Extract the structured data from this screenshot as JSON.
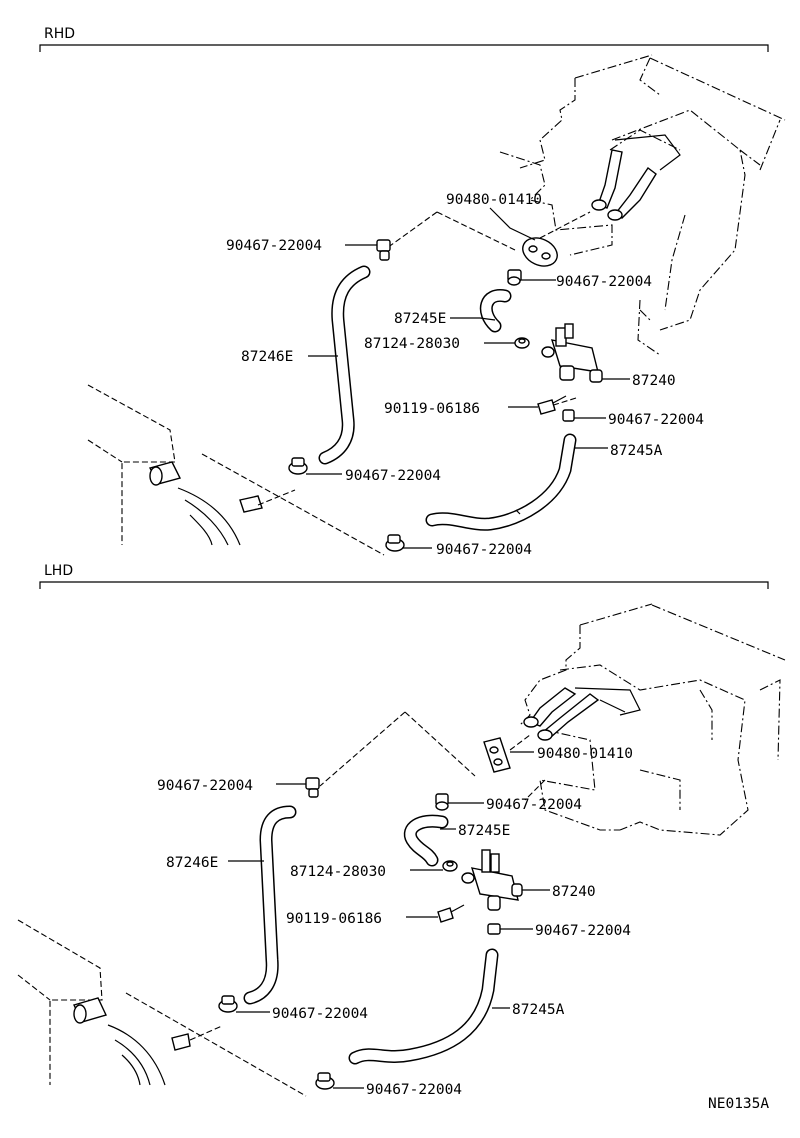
{
  "figure_code": "NE0135A",
  "sections": [
    {
      "title": "RHD",
      "labels": [
        {
          "id": "r1",
          "text": "90480-01410"
        },
        {
          "id": "r2",
          "text": "90467-22004"
        },
        {
          "id": "r3",
          "text": "90467-22004"
        },
        {
          "id": "r4",
          "text": "87245E"
        },
        {
          "id": "r5",
          "text": "87124-28030"
        },
        {
          "id": "r6",
          "text": "87246E"
        },
        {
          "id": "r7",
          "text": "87240"
        },
        {
          "id": "r8",
          "text": "90119-06186"
        },
        {
          "id": "r9",
          "text": "90467-22004"
        },
        {
          "id": "r10",
          "text": "87245A"
        },
        {
          "id": "r11",
          "text": "90467-22004"
        },
        {
          "id": "r12",
          "text": "90467-22004"
        }
      ]
    },
    {
      "title": "LHD",
      "labels": [
        {
          "id": "l1",
          "text": "90480-01410"
        },
        {
          "id": "l2",
          "text": "90467-22004"
        },
        {
          "id": "l3",
          "text": "90467-22004"
        },
        {
          "id": "l4",
          "text": "87245E"
        },
        {
          "id": "l5",
          "text": "87246E"
        },
        {
          "id": "l6",
          "text": "87124-28030"
        },
        {
          "id": "l7",
          "text": "87240"
        },
        {
          "id": "l8",
          "text": "90119-06186"
        },
        {
          "id": "l9",
          "text": "90467-22004"
        },
        {
          "id": "l10",
          "text": "87245A"
        },
        {
          "id": "l11",
          "text": "90467-22004"
        },
        {
          "id": "l12",
          "text": "90467-22004"
        }
      ]
    }
  ]
}
